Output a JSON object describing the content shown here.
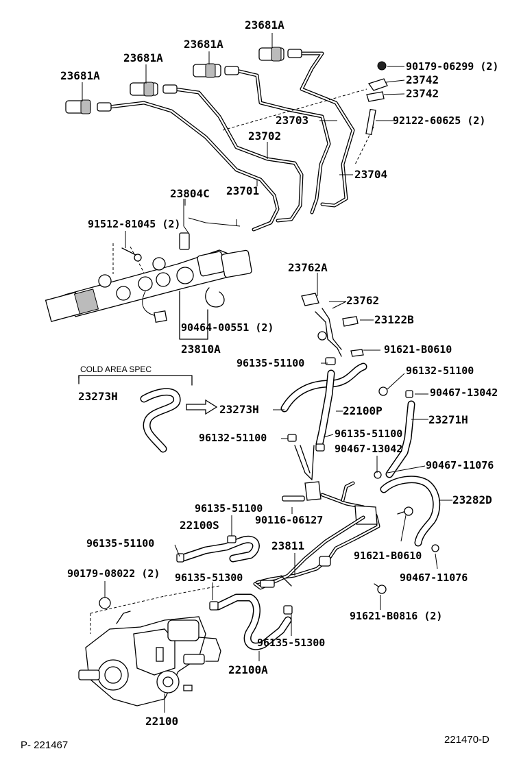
{
  "labels": {
    "p23681a_top": "23681A",
    "p23681a_mid": "23681A",
    "p23681a_2": "23681A",
    "p23681a_left": "23681A",
    "p90179_06299": "90179-06299 (2)",
    "p23742_a": "23742",
    "p23742_b": "23742",
    "p92122": "92122-60625 (2)",
    "p23703": "23703",
    "p23702": "23702",
    "p23704": "23704",
    "p23701": "23701",
    "p23804c": "23804C",
    "p91512": "91512-81045 (2)",
    "p90464": "90464-00551 (2)",
    "p23810a": "23810A",
    "p23762a": "23762A",
    "p23762": "23762",
    "p23122b": "23122B",
    "p91621_b0610_top": "91621-B0610",
    "p96135_top": "96135-51100",
    "p96132_right": "96132-51100",
    "p90467_13042_right": "90467-13042",
    "cold_area": "COLD AREA SPEC",
    "p23273h_left": "23273H",
    "p23273h_right": "23273H",
    "p22100p": "22100P",
    "p23271h": "23271H",
    "p96132_left": "96132-51100",
    "p96135_mid": "96135-51100",
    "p90467_13042_mid": "90467-13042",
    "p90467_11076_top": "90467-11076",
    "p23282d": "23282D",
    "p90116": "90116-06127",
    "p96135_low": "96135-51100",
    "p22100s": "22100S",
    "p96135_left": "96135-51100",
    "p23811": "23811",
    "p91621_b0610_low": "91621-B0610",
    "p90467_11076_low": "90467-11076",
    "p90179_08022": "90179-08022 (2)",
    "p96135_51300_a": "96135-51300",
    "p91621_b0816": "91621-B0816 (2)",
    "p96135_51300_b": "96135-51300",
    "p22100a": "22100A",
    "p22100": "22100"
  },
  "footer": {
    "left": "P- 221467",
    "right": "221470-D"
  }
}
